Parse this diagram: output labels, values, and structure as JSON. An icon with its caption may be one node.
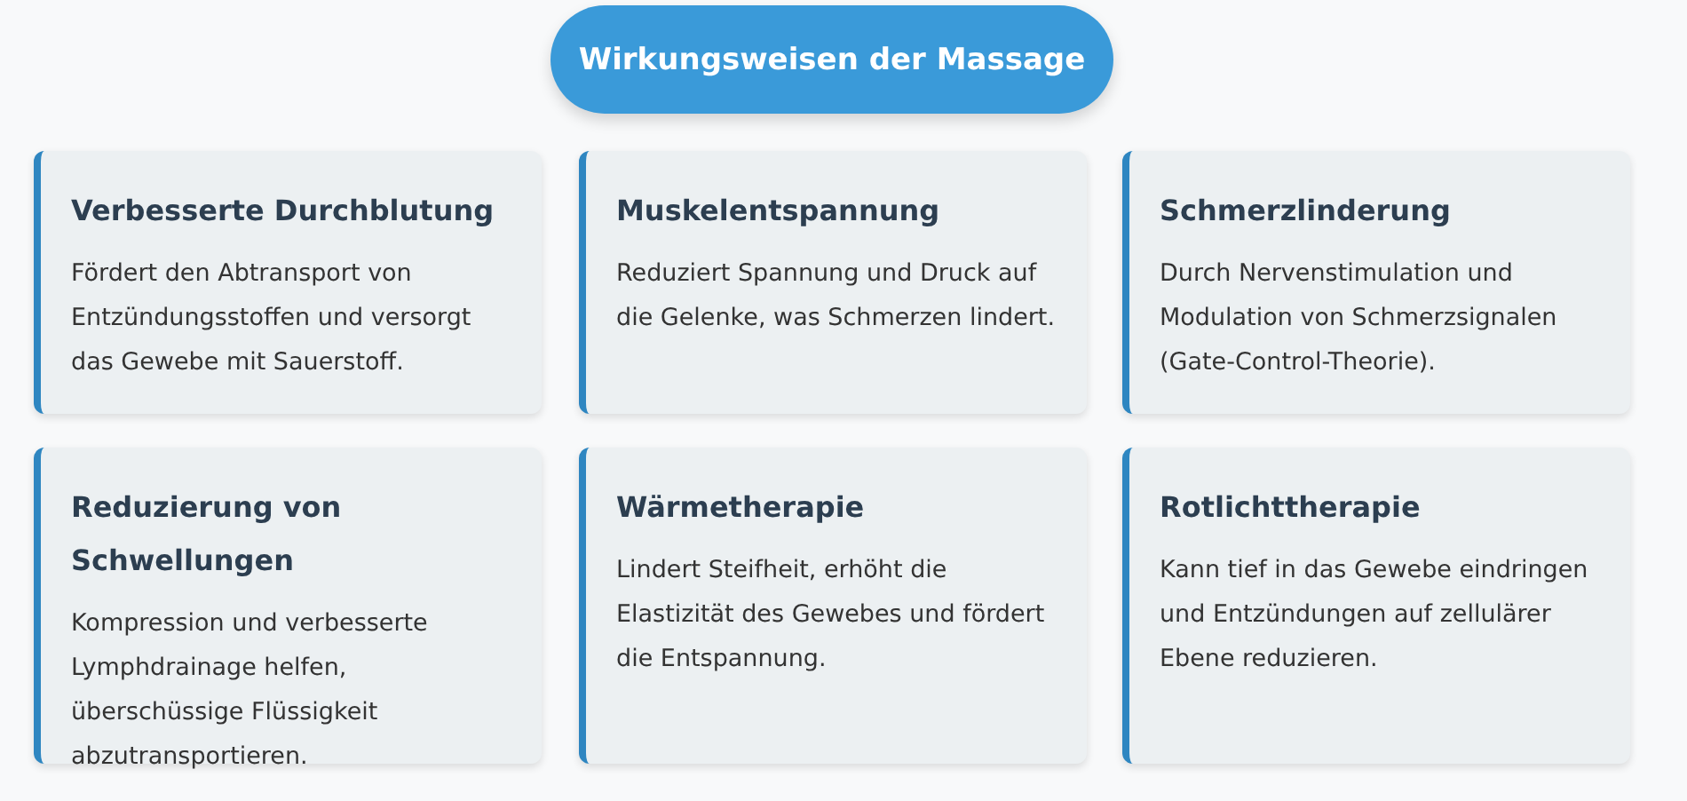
{
  "diagram": {
    "title": "Wirkungsweisen der Massage",
    "nodes": [
      {
        "text": [
          "Verbesserte Durchblutung",
          "Fördert den Abtransport von Entzündungsstoffen und versorgt das Gewebe mit Sauerstoff."
        ]
      },
      {
        "text": [
          "Muskelentspannung",
          "Reduziert Spannung und Druck auf die Gelenke, was Schmerzen lindert."
        ]
      },
      {
        "text": [
          "Schmerzlinderung",
          "Durch Nervenstimulation und Modulation von Schmerzsignalen (Gate-Control-Theorie)."
        ]
      },
      {
        "text": [
          "Reduzierung von Schwellungen",
          "Kompression und verbesserte Lymphdrainage helfen, überschüssige Flüssigkeit abzutransportieren."
        ]
      },
      {
        "text": [
          "Wärmetherapie",
          "Lindert Steifheit, erhöht die Elastizität des Gewebes und fördert die Entspannung."
        ]
      },
      {
        "text": [
          "Rotlichttherapie",
          "Kann tief in das Gewebe eindringen und Entzündungen auf zellulärer Ebene reduzieren."
        ]
      }
    ]
  }
}
